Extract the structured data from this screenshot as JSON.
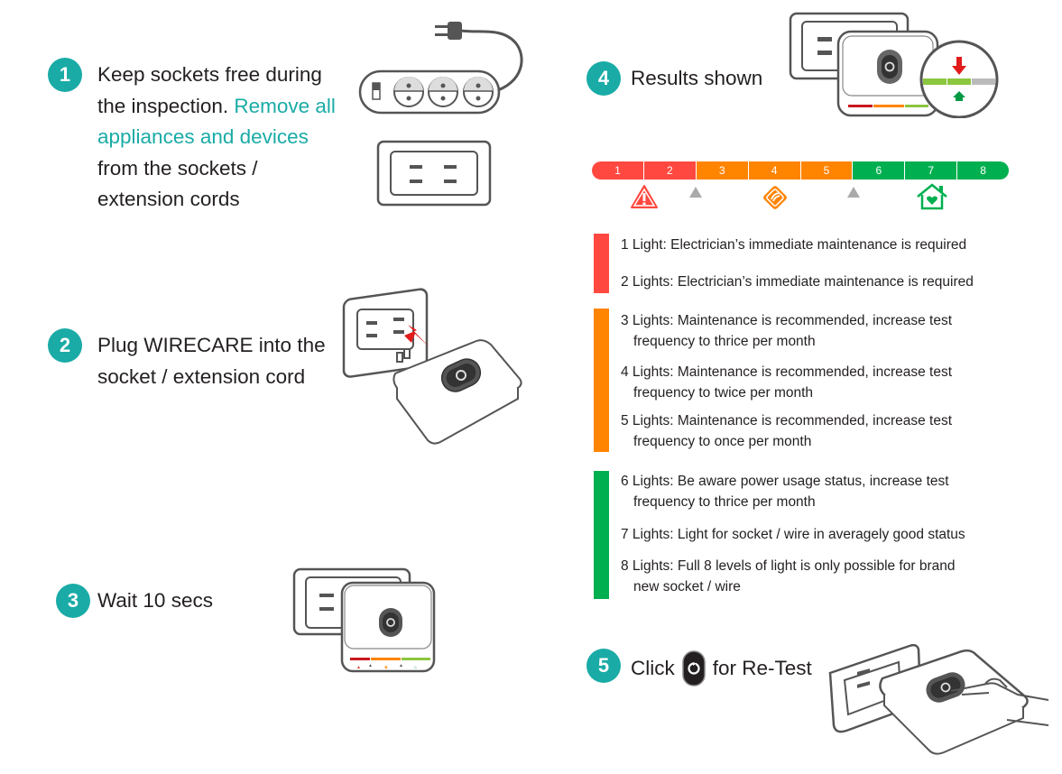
{
  "steps": [
    {
      "number": "1",
      "lines": {
        "a": "Keep sockets free during",
        "b_pre": "the inspection. ",
        "b_accent": "Remove all",
        "c_accent": "appliances and devices",
        "d": "from the sockets /",
        "e": "extension cords"
      }
    },
    {
      "number": "2",
      "line1": "Plug WIRECARE into the",
      "line2": "socket / extension cord"
    },
    {
      "number": "3",
      "text": "Wait 10 secs"
    },
    {
      "number": "4",
      "text": "Results shown"
    },
    {
      "number": "5",
      "pre": "Click",
      "post": "for Re-Test",
      "button_icon": "retest-power-icon"
    }
  ],
  "scale": {
    "levels": [
      "1",
      "2",
      "3",
      "4",
      "5",
      "6",
      "7",
      "8"
    ],
    "colors": [
      "#ff4940",
      "#ff4940",
      "#ff8400",
      "#ff8400",
      "#ff8400",
      "#00b050",
      "#00b050",
      "#00b050"
    ],
    "markers": [
      "warning-triangle-icon",
      "divider-arrow-icon",
      "caution-diamond-icon",
      "divider-arrow-icon",
      "healthy-home-icon"
    ]
  },
  "colors": {
    "accent": "#1aaba6",
    "red": "#ff4940",
    "orange": "#ff8400",
    "green": "#00b050",
    "text": "#231f20",
    "line_art": "#555555"
  },
  "legend": [
    {
      "group": "red",
      "items": [
        {
          "line1": "1 Light: Electrician’s immediate maintenance is required"
        },
        {
          "line1": "2 Lights: Electrician’s immediate maintenance is required"
        }
      ]
    },
    {
      "group": "orange",
      "items": [
        {
          "line1": "3 Lights: Maintenance is recommended, increase test",
          "line2": "frequency to thrice per month"
        },
        {
          "line1": "4 Lights: Maintenance is recommended, increase test",
          "line2": "frequency to twice per month"
        },
        {
          "line1": "5 Lights: Maintenance is recommended, increase test",
          "line2": "frequency to once per month"
        }
      ]
    },
    {
      "group": "green",
      "items": [
        {
          "line1": "6 Lights: Be aware power usage status, increase test",
          "line2": "frequency to thrice per month"
        },
        {
          "line1": "7 Lights: Light for socket / wire in averagely good status"
        },
        {
          "line1": "8 Lights: Full 8 levels of light is only possible for brand",
          "line2": "new socket / wire"
        }
      ]
    }
  ]
}
